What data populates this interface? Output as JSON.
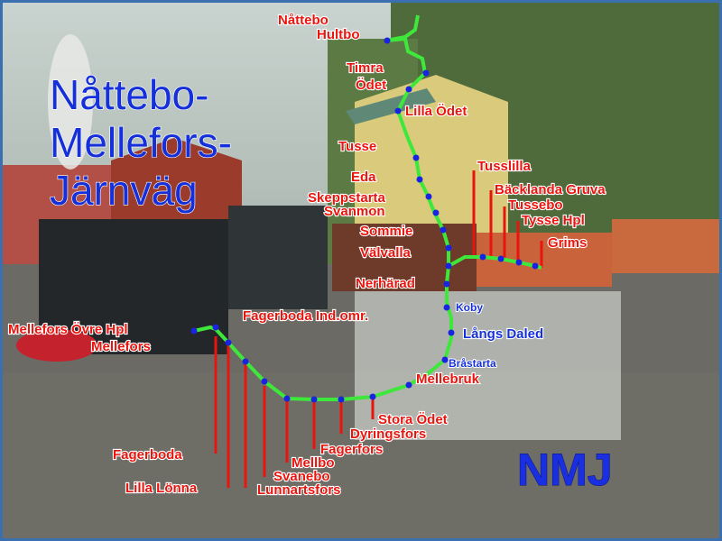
{
  "title": {
    "lines": [
      "Nåttebo-",
      "Mellefors-",
      "Järnväg"
    ]
  },
  "logo": "NMJ",
  "stations": {
    "nattebo": "Nåttebo",
    "hultbo": "Hultbo",
    "timra": "Timra",
    "odet": "Ödet",
    "lilla_odet": "Lilla Ödet",
    "tusse": "Tusse",
    "eda": "Eda",
    "skeppstarta": "Skeppstarta",
    "svanmon": "Svanmon",
    "sommie": "Sommie",
    "valvalla": "Välvalla",
    "nerharad": "Nerhärad",
    "koby": "Koby",
    "langs_daled": "Långs Daled",
    "brastarta": "Bråstarta",
    "mellebruk": "Mellebruk",
    "stora_odet": "Stora Ödet",
    "dyringsfors": "Dyringsfors",
    "fagerfors": "Fagerfors",
    "mellbo": "Mellbo",
    "svanebo": "Svanebo",
    "lunnartsfors": "Lunnartsfors",
    "lilla_lonna": "Lilla Lönna",
    "fagerboda": "Fagerboda",
    "fagerboda_ind": "Fagerboda Ind.omr.",
    "mellefors_ovre": "Mellefors Övre Hpl",
    "mellefors": "Mellefors",
    "tusslilla": "Tusslilla",
    "backlanda": "Bäcklanda Gruva",
    "tussebo": "Tussebo",
    "tysse": "Tysse Hpl",
    "grims": "Grims"
  },
  "colors": {
    "line": "#3ee83a",
    "station_dot": "#1a24e0",
    "label": "#e8150f",
    "title": "#1530d8"
  }
}
